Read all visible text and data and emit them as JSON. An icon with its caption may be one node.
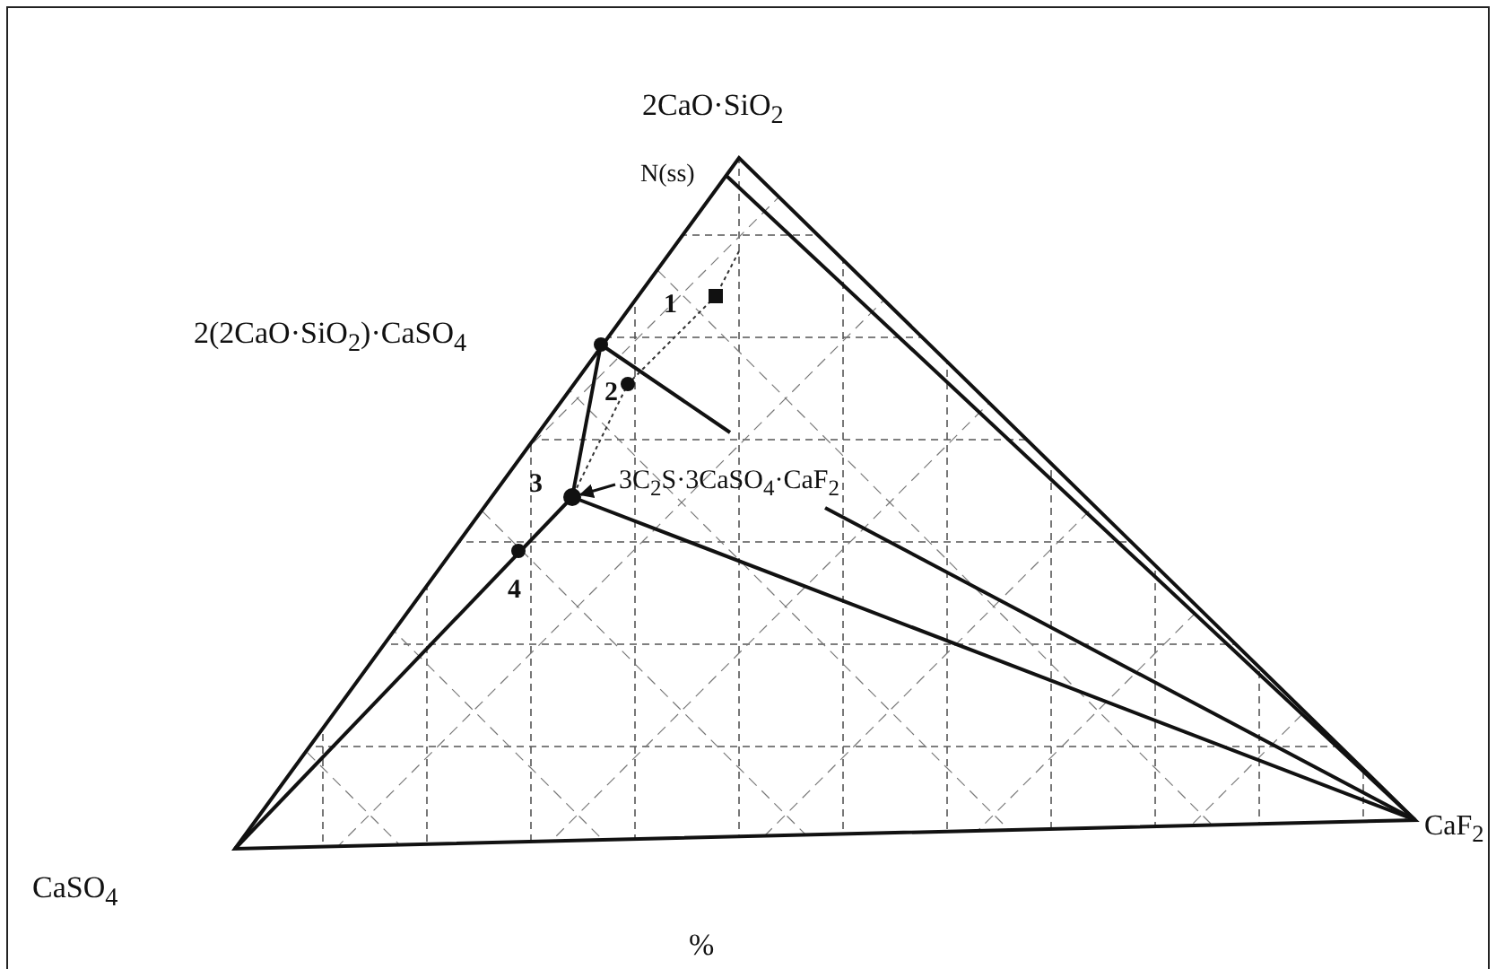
{
  "diagram": {
    "nodes": [
      {
        "text": [
          "3C$_{2}$S·3CaSO$_{4}$·CaF$_{2}$"
        ]
      },
      {
        "text": [],
        "shape": "circle"
      }
    ],
    "edges": [
      {
        "from": 0,
        "to": 1,
        "arrow": "to"
      }
    ],
    "labels": [
      "2CaO·SiO$_{2}$",
      "N(ss)",
      "2(2CaO·SiO$_{2}$)·CaSO$_{4}$",
      "1",
      "2",
      "3",
      "4",
      "CaSO$_{4}$",
      "CaF$_{2}$",
      "%"
    ]
  }
}
